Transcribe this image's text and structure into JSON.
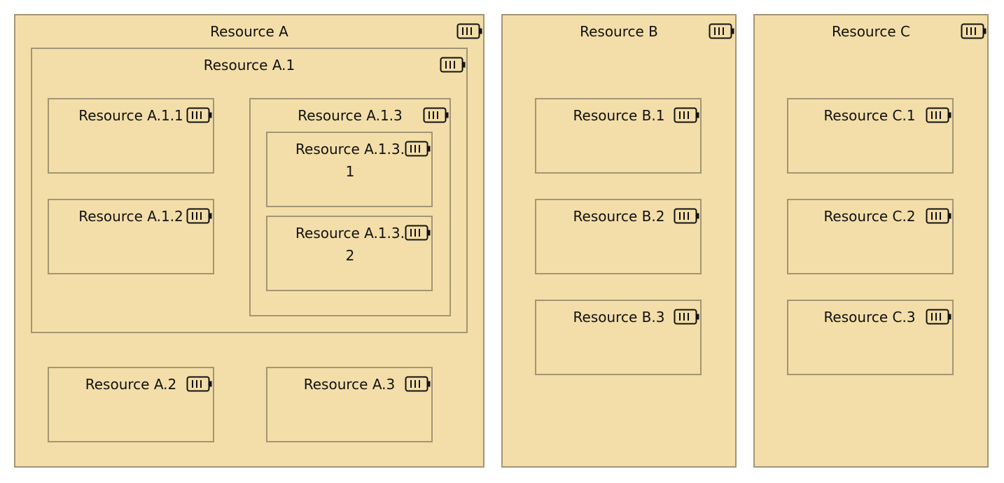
{
  "colors": {
    "node_fill": "#f3dea9",
    "node_border": "#a39574",
    "text": "#111111",
    "icon": "#111111"
  },
  "icon": "battery-icon",
  "resources": {
    "a": "Resource A",
    "a1": "Resource A.1",
    "a11": "Resource A.1.1",
    "a12": "Resource A.1.2",
    "a13": "Resource A.1.3",
    "a131": "Resource A.1.3.1",
    "a132": "Resource A.1.3.2",
    "a2": "Resource A.2",
    "a3": "Resource A.3",
    "b": "Resource B",
    "b1": "Resource B.1",
    "b2": "Resource B.2",
    "b3": "Resource B.3",
    "c": "Resource C",
    "c1": "Resource C.1",
    "c2": "Resource C.2",
    "c3": "Resource C.3"
  }
}
